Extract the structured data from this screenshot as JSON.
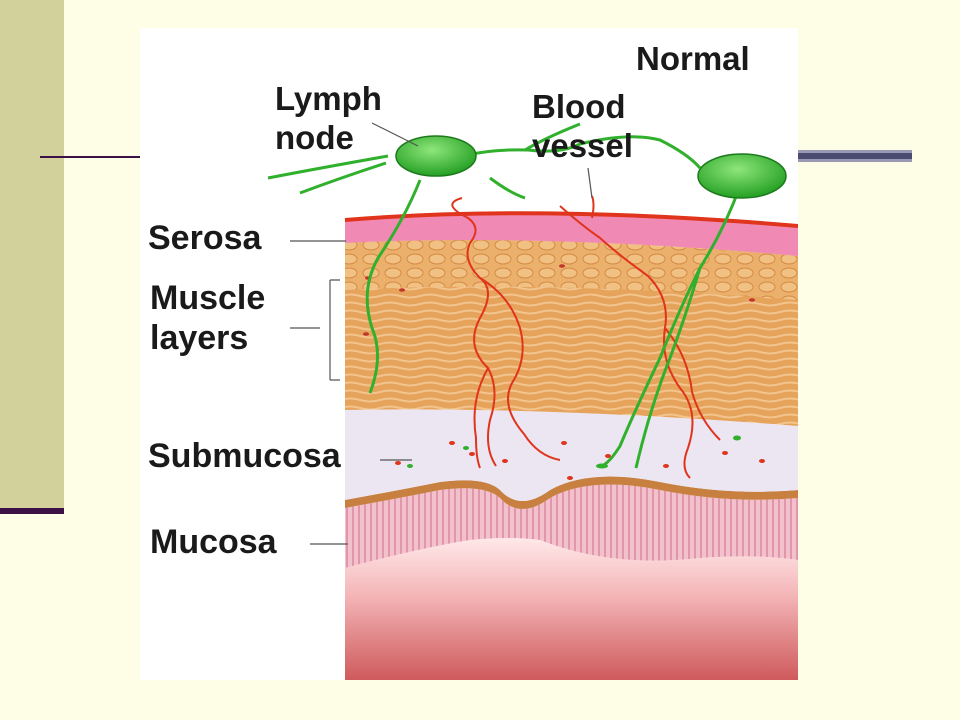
{
  "figure": {
    "title": "Normal",
    "labels": {
      "lymph_node": "Lymph\nnode",
      "blood_vessel": "Blood\nvessel",
      "serosa": "Serosa",
      "muscle_layers": "Muscle\nlayers",
      "submucosa": "Submucosa",
      "mucosa": "Mucosa"
    }
  },
  "colors": {
    "background": "#fefee6",
    "side_bar": "#d3d19b",
    "accent_dark": "#3b1046",
    "serosa": "#f08ab4",
    "muscle": "#e8a65e",
    "submucosa": "#ebe6f2",
    "mucosa": "#f3c4cf",
    "lymph": "#31b02d",
    "blood": "#e0341c"
  }
}
